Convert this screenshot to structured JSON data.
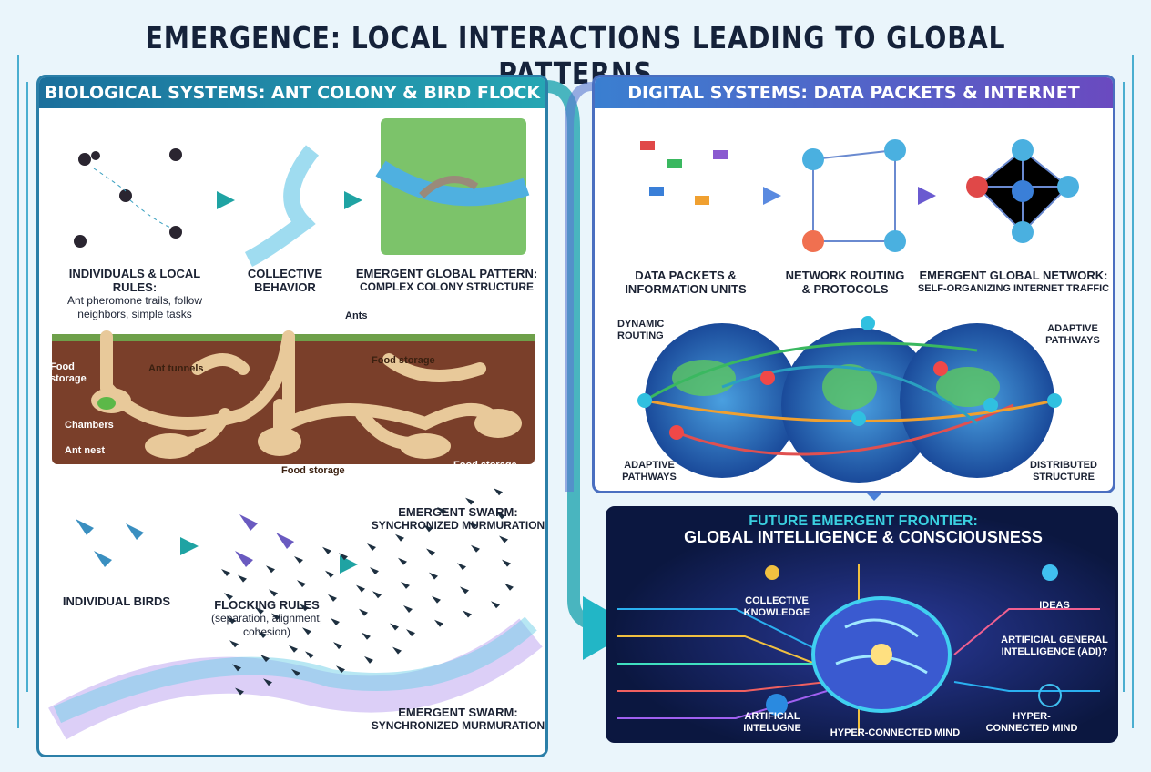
{
  "title": "EMERGENCE: LOCAL INTERACTIONS LEADING TO GLOBAL PATTERNS",
  "biological": {
    "header": "BIOLOGICAL SYSTEMS: ANT COLONY & BIRD FLOCK",
    "steps": [
      {
        "title": "INDIVIDUALS & LOCAL RULES:",
        "sub": "Ant pheromone trails, follow neighbors, simple tasks"
      },
      {
        "title": "COLLECTIVE BEHAVIOR",
        "sub": ""
      },
      {
        "title": "EMERGENT GLOBAL PATTERN:",
        "sub": "COMPLEX COLONY STRUCTURE"
      }
    ],
    "nest_labels": {
      "ants": "Ants",
      "food1": "Food storage",
      "tunnels": "Ant tunnels",
      "food2": "Food storage",
      "chambers": "Chambers",
      "nest": "Ant nest",
      "food3": "Food storage",
      "food4": "Food storage"
    },
    "birds": {
      "individual": "INDIVIDUAL BIRDS",
      "rules_title": "FLOCKING RULES",
      "rules_sub": "(separation, alignment, cohesion)",
      "swarm_top_title": "EMERGENT SWARM:",
      "swarm_top_sub": "SYNCHRONIZED MURMURATION",
      "swarm_bottom_title": "EMERGENT SWARM:",
      "swarm_bottom_sub": "SYNCHRONIZED MURMURATION"
    }
  },
  "digital": {
    "header": "DIGITAL SYSTEMS: DATA PACKETS & INTERNET",
    "steps": [
      {
        "title": "DATA PACKETS &",
        "sub": "INFORMATION UNITS"
      },
      {
        "title": "NETWORK ROUTING",
        "sub": "& PROTOCOLS"
      },
      {
        "title": "EMERGENT GLOBAL NETWORK:",
        "sub": "SELF-ORGANIZING INTERNET TRAFFIC"
      }
    ],
    "labels": {
      "dynamic": "DYNAMIC ROUTING",
      "adaptive_top": "ADAPTIVE PATHWAYS",
      "adaptive_bottom": "ADAPTIVE PATHWAYS",
      "distributed": "DISTRIBUTED STRUCTURE"
    }
  },
  "future": {
    "title1": "FUTURE EMERGENT FRONTIER:",
    "title2": "GLOBAL INTELLIGENCE & CONSCIOUSNESS",
    "labels": {
      "collective": "COLLECTIVE KNOWLEDGE",
      "ideas": "IDEAS",
      "agi": "ARTIFICIAL GENERAL INTELLIGENCE (ADI)?",
      "ai": "ARTIFICIAL INTELUGNE",
      "mind_center": "HYPER-CONNECTED MIND",
      "mind_right": "HYPER-CONNECTED MIND"
    }
  },
  "colors": {
    "bio": "#1f8fa8",
    "digital": "#5a5fd0",
    "dark": "#0b1740",
    "accent": "#1fa3a3"
  }
}
